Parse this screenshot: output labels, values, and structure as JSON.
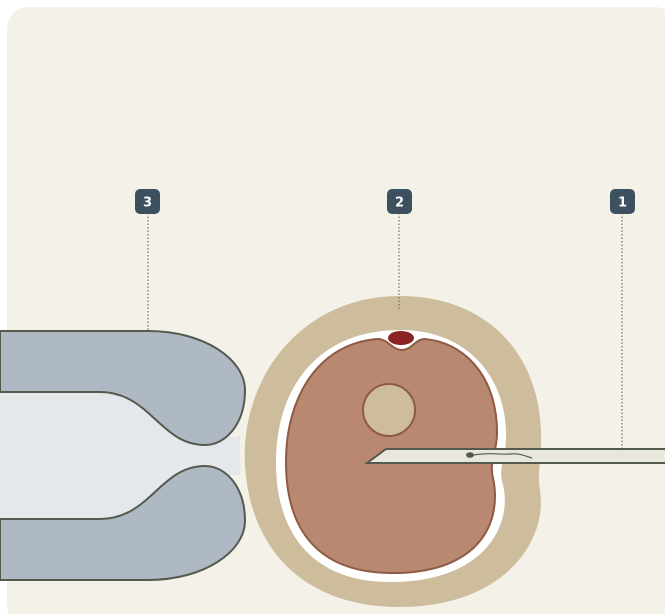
{
  "colors": {
    "background": "#f3f1e8",
    "zona": "#cdbd9d",
    "cytoplasm": "#b88970",
    "cytoplasm_outline": "#8f5a44",
    "nucleus": "#cdbd9d",
    "polar_body": "#8b2323",
    "pipette": "#aeb9c3",
    "pipette_inner": "#e5e8ea",
    "outline": "#555a4f",
    "needle": "#e9e7dc",
    "badge": "#3d5060",
    "badge_text": "#ffffff",
    "leader": "#555555"
  },
  "labels": [
    {
      "id": "needle",
      "text": "1"
    },
    {
      "id": "polar-body",
      "text": "2"
    },
    {
      "id": "holding-pipette",
      "text": "3"
    }
  ]
}
